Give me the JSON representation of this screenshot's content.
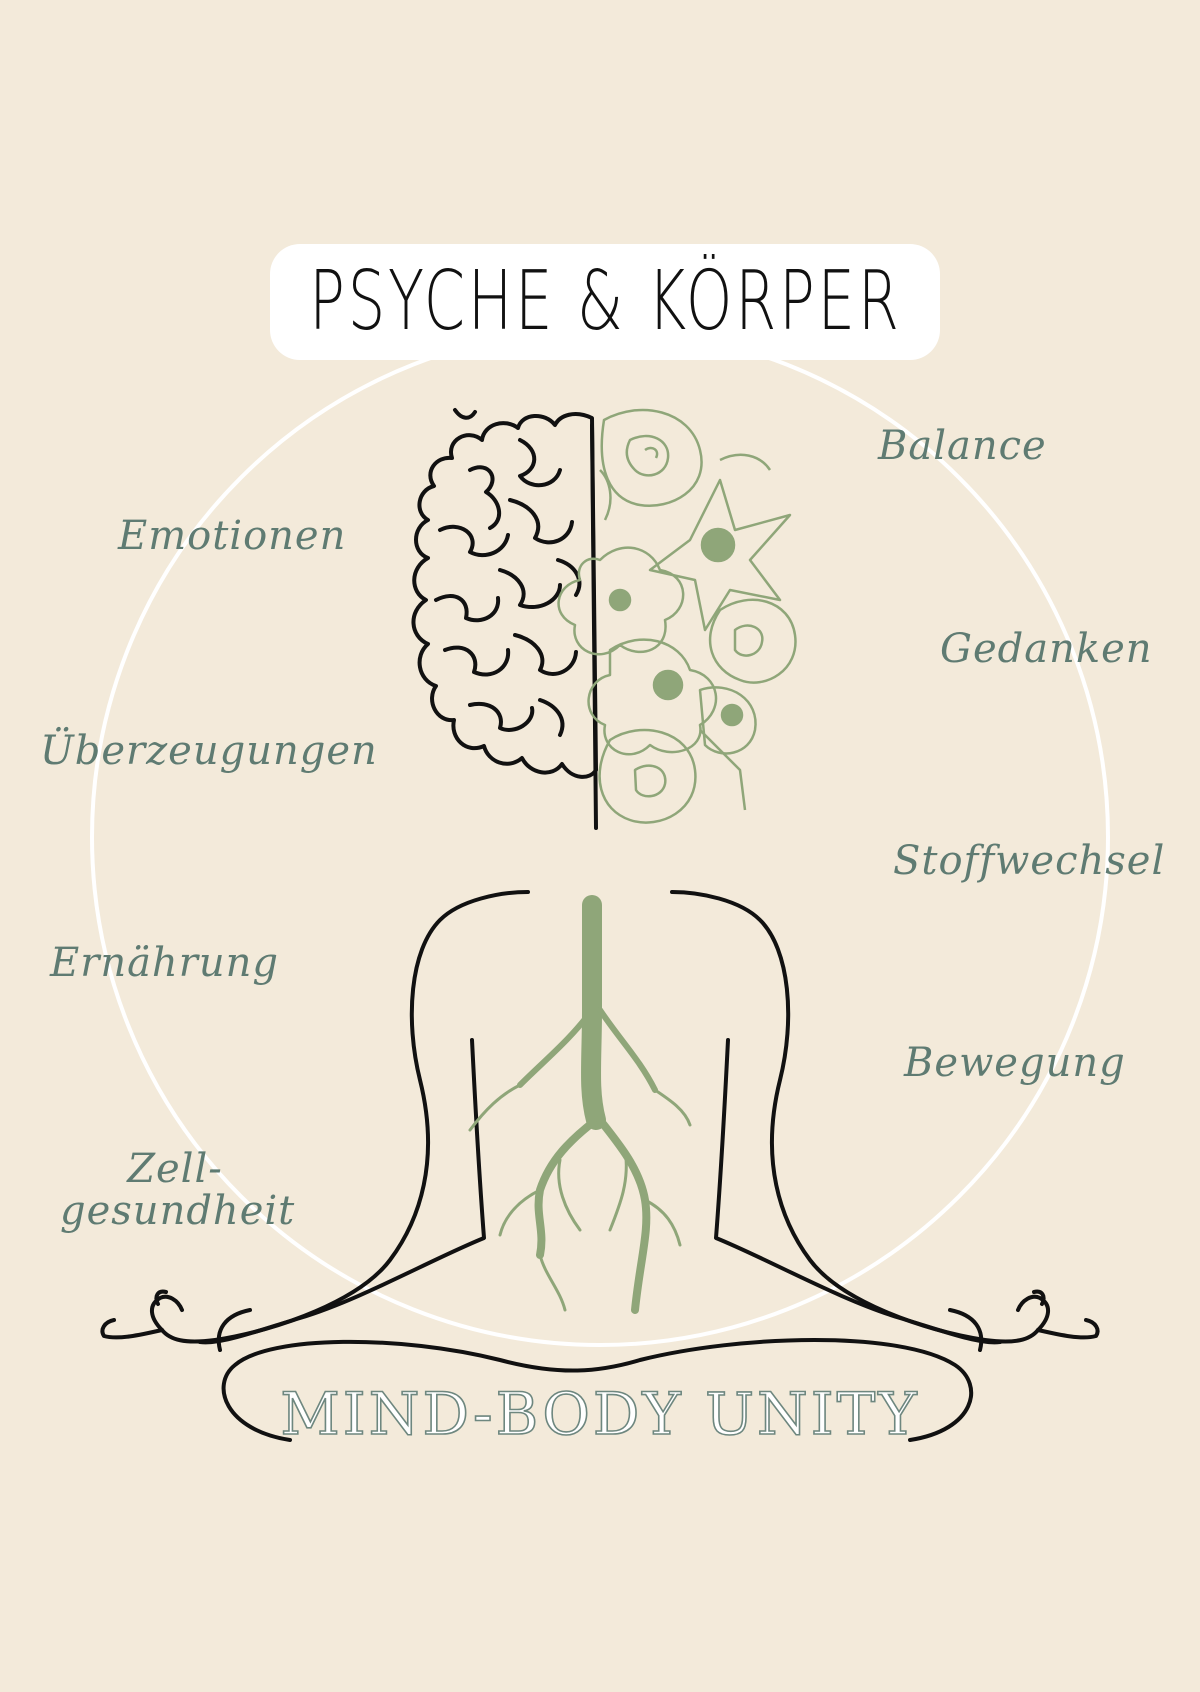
{
  "title": "PSYCHE & KÖRPER",
  "labels": {
    "balance": "Balance",
    "emotionen": "Emotionen",
    "gedanken": "Gedanken",
    "ueberzeugungen": "Überzeugungen",
    "stoffwechsel": "Stoffwechsel",
    "ernaehrung": "Ernährung",
    "bewegung": "Bewegung",
    "zell_line1": "Zell-",
    "zell_line2": "gesundheit"
  },
  "footer": "MIND-BODY UNITY",
  "colors": {
    "background": "#f3eada",
    "label": "#5f7b72",
    "sage": "#8fa679",
    "line": "#111111",
    "circle": "#ffffff"
  },
  "icons": {
    "brain": "brain-half-icon",
    "flowers": "flower-half-icon",
    "figure": "meditating-figure-icon",
    "roots": "tree-root-spine-icon"
  }
}
